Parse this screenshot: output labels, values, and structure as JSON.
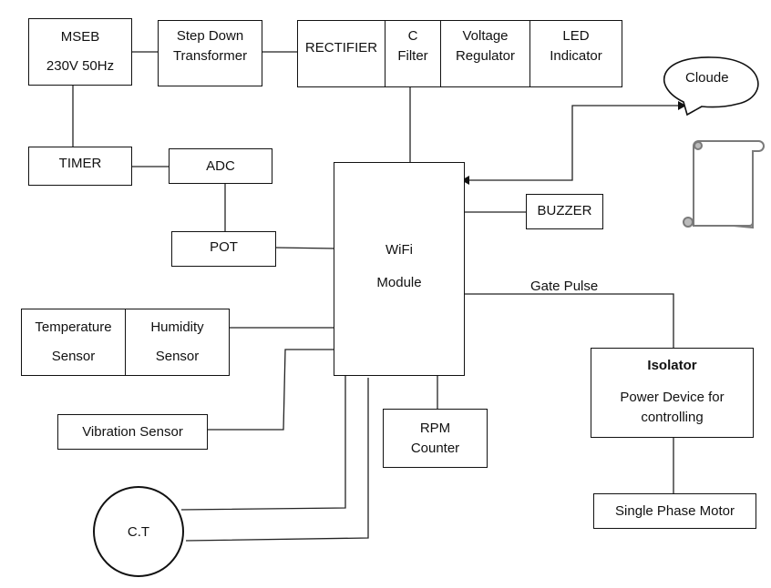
{
  "diagram": {
    "mseb": {
      "line1": "MSEB",
      "line2": "230V 50Hz"
    },
    "transformer": {
      "line1": "Step Down",
      "line2": "Transformer"
    },
    "rectifier": {
      "label": "RECTIFIER"
    },
    "c_filter": {
      "line1": "C",
      "line2": "Filter"
    },
    "regulator": {
      "line1": "Voltage",
      "line2": "Regulator"
    },
    "led": {
      "line1": "LED",
      "line2": "Indicator"
    },
    "cloud": {
      "label": "Cloude"
    },
    "timer": {
      "label": "TIMER"
    },
    "adc": {
      "label": "ADC"
    },
    "pot": {
      "label": "POT"
    },
    "wifi": {
      "line1": "WiFi",
      "line2": "Module"
    },
    "buzzer": {
      "label": "BUZZER"
    },
    "temperature": {
      "line1": "Temperature",
      "line2": "Sensor"
    },
    "humidity": {
      "line1": "Humidity",
      "line2": "Sensor"
    },
    "vibration": {
      "label": "Vibration Sensor"
    },
    "rpm": {
      "line1": "RPM",
      "line2": "Counter"
    },
    "ct": {
      "label": "C.T"
    },
    "gate_pulse": {
      "label": "Gate Pulse"
    },
    "isolator": {
      "title": "Isolator",
      "line1": "Power Device for",
      "line2": "controlling"
    },
    "motor": {
      "label": "Single Phase Motor"
    },
    "scroll_icon": "scroll-icon"
  }
}
